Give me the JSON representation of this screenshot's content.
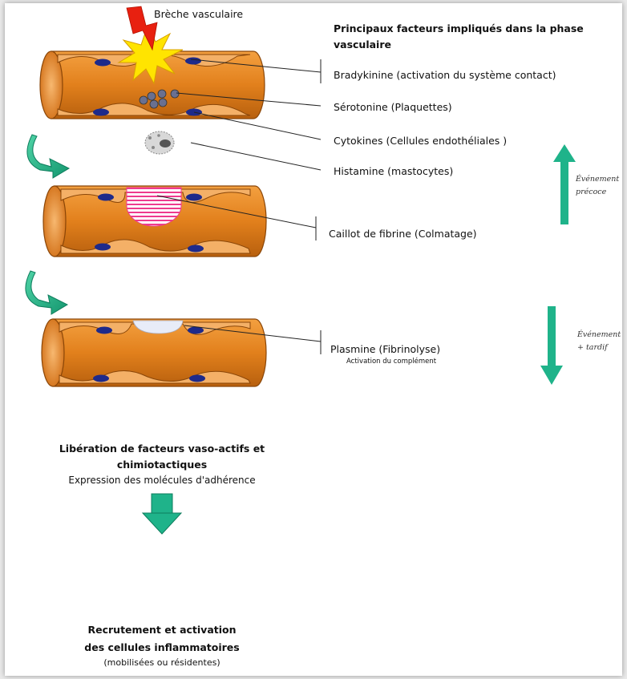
{
  "top_label": "Brèche vasculaire",
  "header": "Principaux facteurs impliqués dans la phase vasculaire",
  "factors": [
    "Bradykinine (activation du système contact)",
    "Sérotonine (Plaquettes)",
    "Cytokines (Cellules endothéliales )",
    "Histamine (mastocytes)"
  ],
  "clot_label": "Caillot de fibrine (Colmatage)",
  "plasmin_label": "Plasmine (Fibrinolyse)",
  "plasmin_sub": "Activation du complément",
  "early_event": [
    "Événement",
    "précoce"
  ],
  "late_event": [
    "Événement",
    "+ tardif"
  ],
  "liberation": [
    "Libération de facteurs vaso-actifs et",
    "chimiotactiques"
  ],
  "expression": "Expression des molécules d'adhérence",
  "recruitment": [
    "Recrutement et activation",
    "des cellules inflammatoires",
    "(mobilisées ou résidentes)"
  ],
  "colors": {
    "vessel": "#e07e1a",
    "vessel_dark": "#9a4e0a",
    "vessel_light": "#f4a95a",
    "nucleus": "#1e2a8a",
    "arrow_teal": "#1fb38a",
    "bolt": "#e82010",
    "flash": "#ffe400",
    "clot": "#ef3d8f"
  }
}
